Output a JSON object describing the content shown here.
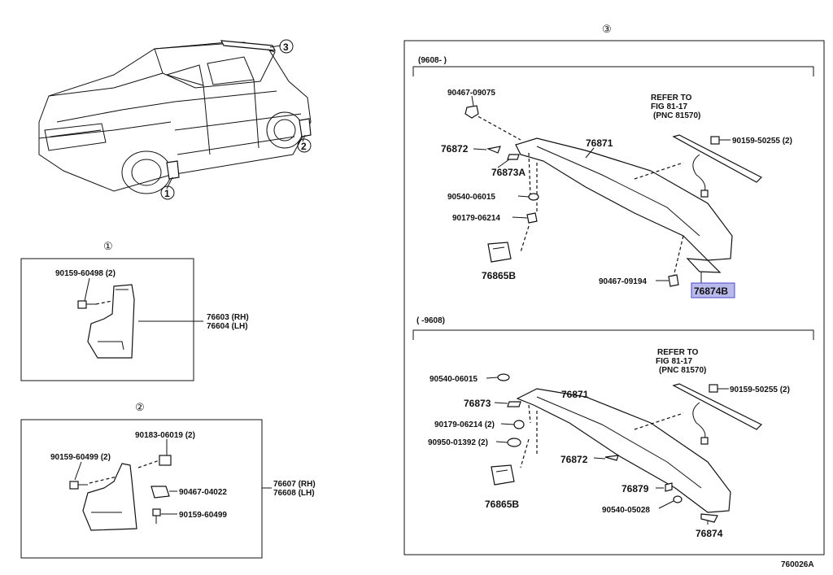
{
  "callouts": {
    "c1": "①",
    "c2": "②",
    "c3": "③",
    "car1": "1",
    "car2": "2",
    "car3": "3",
    "sec3_top": "③"
  },
  "panel1": {
    "title": "①",
    "bolt": "90159-60498 (2)",
    "rh": "76603 (RH)",
    "lh": "76604 (LH)"
  },
  "panel2": {
    "title": "②",
    "clip_top": "90183-06019 (2)",
    "bolt_left": "90159-60499 (2)",
    "clip_mid": "90467-04022",
    "bolt_low": "90159-60499",
    "rh": "76607 (RH)",
    "lh": "76608 (LH)"
  },
  "panel3": {
    "upper_range": "(9608-      )",
    "lower_range": "(      -9608)",
    "upper": {
      "clip_top": "90467-09075",
      "p76872": "76872",
      "p76873A": "76873A",
      "nut": "90540-06015",
      "washer": "90179-06214",
      "bracket": "76865B",
      "spoiler": "76871",
      "refer1": "REFER TO",
      "refer2": "FIG 81-17",
      "refer3": "(PNC 81570)",
      "screw": "90159-50255 (2)",
      "clip_low": "90467-09194",
      "selected": "76874B"
    },
    "lower": {
      "nut": "90540-06015",
      "p76873": "76873",
      "washer": "90179-06214 (2)",
      "grommet": "90950-01392 (2)",
      "bracket": "76865B",
      "spoiler": "76871",
      "refer1": "REFER TO",
      "refer2": "FIG 81-17",
      "refer3": "(PNC 81570)",
      "screw": "90159-50255 (2)",
      "p76872": "76872",
      "p76879": "76879",
      "nut2": "90540-05028",
      "p76874": "76874"
    }
  },
  "figure_id": "760026A",
  "colors": {
    "highlight_fill": "#b9b9ec",
    "highlight_stroke": "#4a4acc",
    "ink": "#111111"
  }
}
